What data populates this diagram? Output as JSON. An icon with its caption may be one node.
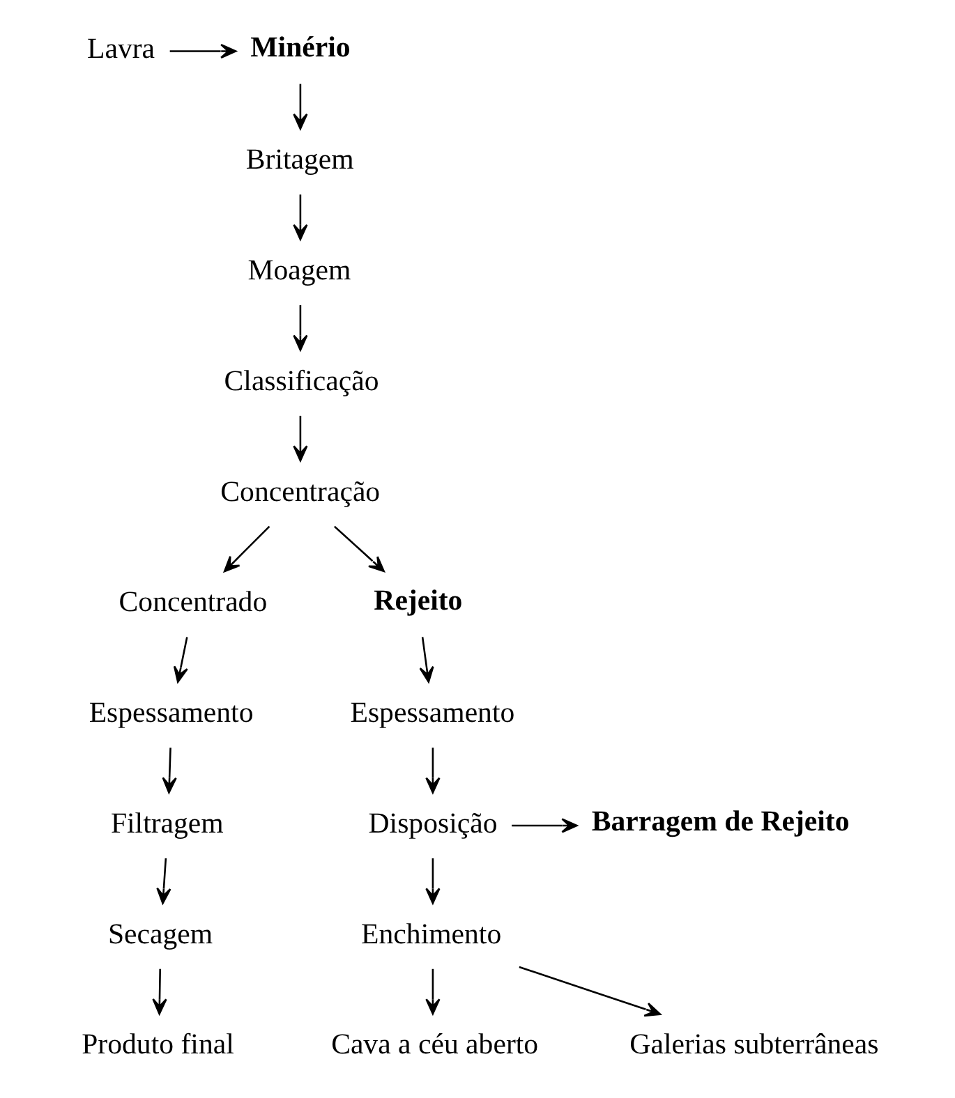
{
  "diagram": {
    "nodes": [
      {
        "text": [
          "Lavra"
        ]
      },
      {
        "text": [
          "Minério"
        ]
      },
      {
        "text": [
          "Britagem"
        ]
      },
      {
        "text": [
          "Moagem"
        ]
      },
      {
        "text": [
          "Classificação"
        ]
      },
      {
        "text": [
          "Concentração"
        ]
      },
      {
        "text": [
          "Concentrado"
        ]
      },
      {
        "text": [
          "Rejeito"
        ]
      },
      {
        "text": [
          "Espessamento"
        ]
      },
      {
        "text": [
          "Espessamento"
        ]
      },
      {
        "text": [
          "Filtragem"
        ]
      },
      {
        "text": [
          "Disposição"
        ]
      },
      {
        "text": [
          "Barragem de Rejeito"
        ]
      },
      {
        "text": [
          "Secagem"
        ]
      },
      {
        "text": [
          "Enchimento"
        ]
      },
      {
        "text": [
          "Produto final"
        ]
      },
      {
        "text": [
          "Cava a céu aberto"
        ]
      },
      {
        "text": [
          "Galerias subterrâneas"
        ]
      }
    ],
    "edges": [
      {
        "from": 0,
        "to": 1,
        "arrow": "to"
      },
      {
        "from": 1,
        "to": 2,
        "arrow": "to"
      },
      {
        "from": 2,
        "to": 3,
        "arrow": "to"
      },
      {
        "from": 3,
        "to": 4,
        "arrow": "to"
      },
      {
        "from": 4,
        "to": 5,
        "arrow": "to"
      },
      {
        "from": 5,
        "to": 6,
        "arrow": "to"
      },
      {
        "from": 5,
        "to": 7,
        "arrow": "to"
      },
      {
        "from": 6,
        "to": 8,
        "arrow": "to"
      },
      {
        "from": 7,
        "to": 9,
        "arrow": "to"
      },
      {
        "from": 8,
        "to": 10,
        "arrow": "to"
      },
      {
        "from": 9,
        "to": 11,
        "arrow": "to"
      },
      {
        "from": 11,
        "to": 12,
        "arrow": "to"
      },
      {
        "from": 10,
        "to": 13,
        "arrow": "to"
      },
      {
        "from": 11,
        "to": 14,
        "arrow": "to"
      },
      {
        "from": 13,
        "to": 15,
        "arrow": "to"
      },
      {
        "from": 14,
        "to": 16,
        "arrow": "to"
      },
      {
        "from": 14,
        "to": 17,
        "arrow": "to"
      }
    ]
  }
}
